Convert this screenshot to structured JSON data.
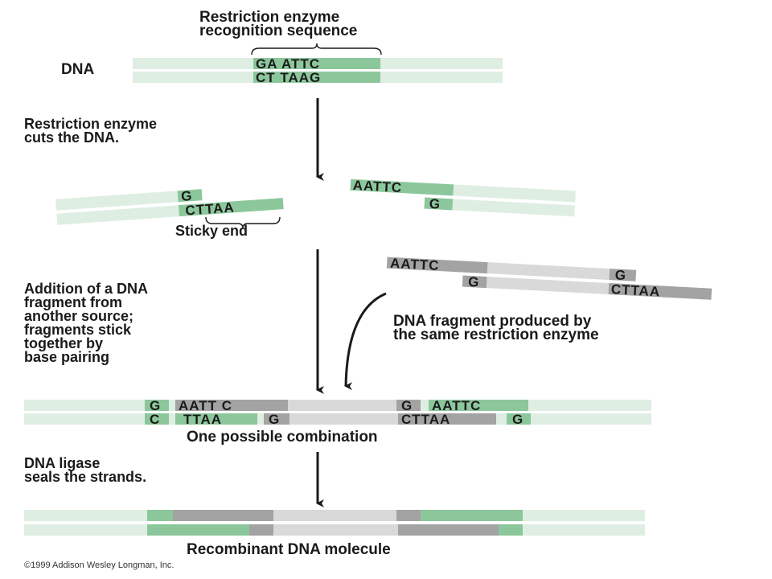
{
  "colors": {
    "green": "#8cc79c",
    "green_pale": "#dfeee2",
    "gray_dark": "#a3a3a3",
    "gray_light": "#d9d9d9",
    "arrow": "#1a1a1a"
  },
  "labels": {
    "recognition": "Restriction enzyme\nrecognition sequence",
    "dna": "DNA",
    "cuts": "Restriction enzyme\ncuts the DNA.",
    "sticky_end": "Sticky end",
    "addition": "Addition of a DNA\nfragment from\nanother source;\nfragments stick\ntogether by\nbase pairing",
    "fragment_same": "DNA fragment produced by\nthe same restriction enzyme",
    "combination": "One possible combination",
    "ligase": "DNA ligase\nseals the strands.",
    "recombinant": "Recombinant DNA molecule",
    "copyright": "©1999 Addison Wesley Longman, Inc."
  },
  "sequences": {
    "recog_top": "GA ATTC",
    "recog_bottom": "CT TAAG",
    "left_top": "G",
    "left_bottom": "CTTAA",
    "right_top": "AATTC",
    "right_bottom": "G",
    "foreign_top_left": "AATTC",
    "foreign_bottom_left": "G",
    "foreign_top_right": "G",
    "foreign_bottom_right": "CTTAA",
    "comb_top_1": "G",
    "comb_top_2": "AATT C",
    "comb_top_3": "G",
    "comb_top_4": "AATTC",
    "comb_bottom_1": "C",
    "comb_bottom_2": "TTAA",
    "comb_bottom_3": "G",
    "comb_bottom_4": "CTTAA",
    "comb_bottom_5": "G"
  }
}
